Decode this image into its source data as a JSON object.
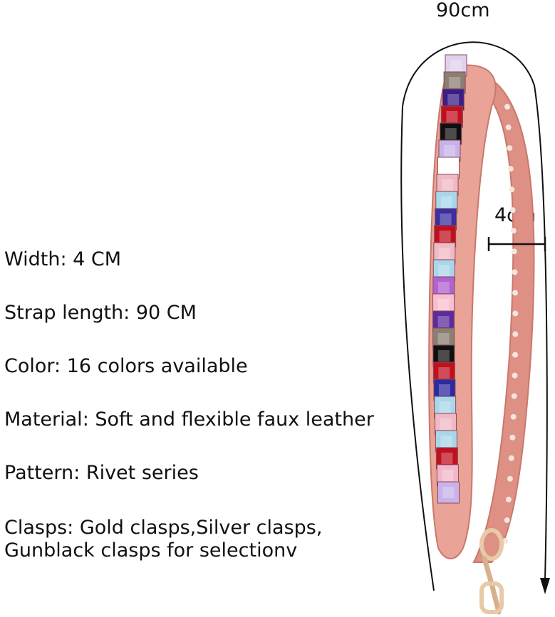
{
  "specs": {
    "width": "Width: 4 CM",
    "length": "Strap length: 90 CM",
    "color": "Color: 16 colors available",
    "material": "Material: Soft and flexible faux leather",
    "pattern": "Pattern: Rivet series",
    "clasps_line1": "Clasps: Gold clasps,Silver clasps,",
    "clasps_line2": "Gunblack clasps for selectionv"
  },
  "dimensions": {
    "length_label": "90cm",
    "width_label": "4cm"
  },
  "colors": {
    "strap": "#e9a397",
    "strap_edge": "#c9786c",
    "strap_inner": "#dd9083",
    "rivets": [
      "#e0d2ef",
      "#8a7f72",
      "#3a1d86",
      "#c01020",
      "#101010",
      "#c9b2ea",
      "#ffffff",
      "#f1b9c6",
      "#a8d6ea",
      "#3b2fa0",
      "#c01020",
      "#f1b9c6",
      "#a8d6ea",
      "#b061d2",
      "#f7c0d0",
      "#5c2c9e",
      "#8a7f72",
      "#101010",
      "#c01020",
      "#2c2aa0",
      "#a8d6ea",
      "#f1b9c6",
      "#a8d6ea",
      "#c01020",
      "#f3b7cc",
      "#c9b2ea"
    ],
    "clasp": "#e8c9a8"
  }
}
